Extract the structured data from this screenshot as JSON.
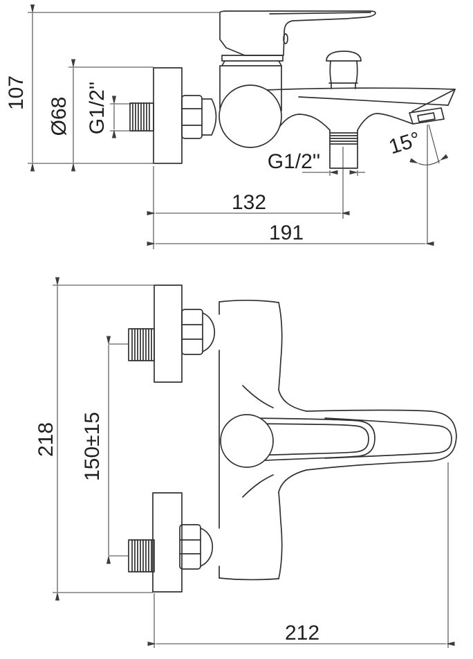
{
  "colors": {
    "background": "#ffffff",
    "object_line": "#303030",
    "dimension_line": "#3c3c3c",
    "text": "#1f1f1f"
  },
  "side_view": {
    "overall_height": "107",
    "wall_plate_diameter": "Ø68",
    "wall_connection_thread": "G1/2''",
    "shower_outlet_thread": "G1/2''",
    "aerator_angle": "15°",
    "wall_to_outlet": "132",
    "spout_reach": "191"
  },
  "installation_view": {
    "overall_height": "218",
    "connection_spacing": "150±15",
    "overall_depth": "212"
  }
}
